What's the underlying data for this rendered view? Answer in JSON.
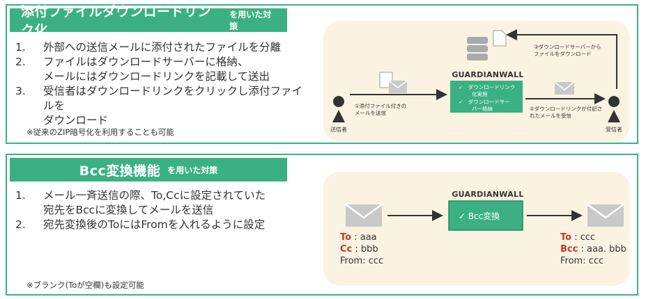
{
  "colors": {
    "green": "#3bb183",
    "dark_green": "#1e8b5e",
    "cream": "#fbf3e2",
    "red": "#c0392b",
    "gray": "#333333",
    "envelope": "#c9c9c9"
  },
  "panel1": {
    "title": "添付ファイルダウンロードリンク化",
    "title_suffix": "を用いた対策",
    "items": [
      {
        "num": "1.",
        "lines": [
          "外部への送信メールに添付されたファイルを分離"
        ]
      },
      {
        "num": "2.",
        "lines": [
          "ファイルはダウンロードサーバーに格納、",
          "メールにはダウンロードリンクを記載して送出"
        ]
      },
      {
        "num": "3.",
        "lines": [
          "受信者はダウンロードリンクをクリックし添付ファイルを",
          "ダウンロード"
        ]
      }
    ],
    "note": "※従来のZIP暗号化を利用することも可能",
    "diagram": {
      "brand": "GUARDIANWALL",
      "box_items": [
        "✓　ダウンロードリンク",
        "化実施",
        "✓　ダウンロードサー",
        "バー格納"
      ],
      "sender": "送信者",
      "receiver": "受信者",
      "step1": [
        "①添付ファイル付きの",
        "メールを送信"
      ],
      "step2": [
        "②ダウンロードリンクが付記さ",
        "れたメールを受信"
      ],
      "step3": [
        "③ダウンロードサーバーから",
        "ファイルをダウンロード"
      ]
    }
  },
  "panel2": {
    "title": "Bcc変換機能",
    "title_suffix": "を用いた対策",
    "items": [
      {
        "num": "1.",
        "lines": [
          "メール一斉送信の際、To,Ccに設定されていた",
          "宛先をBccに変換してメールを送信"
        ]
      },
      {
        "num": "2.",
        "lines": [
          "宛先変換後のToにはFromを入れるように設定"
        ]
      }
    ],
    "note": "※ブランク(Toが空欄)も設定可能",
    "diagram": {
      "brand": "GUARDIANWALL",
      "box_label": "✓ Bcc変換",
      "left": {
        "to_key": "To",
        "to_val": " : aaa",
        "cc_key": "Cc",
        "cc_val": " :  bbb",
        "from": "From: ccc"
      },
      "right": {
        "to_key": "To",
        "to_val": " : ccc",
        "bcc_key": "Bcc",
        "bcc_val": " : aaa. bbb",
        "from": "From: ccc"
      }
    }
  }
}
